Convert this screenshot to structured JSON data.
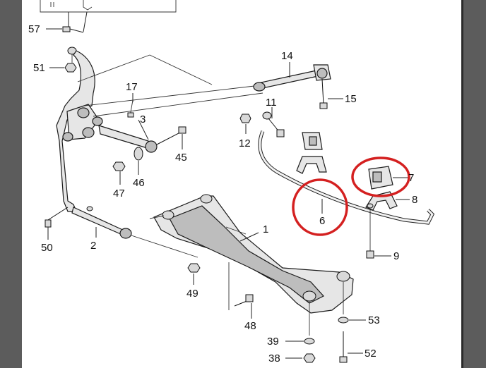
{
  "diagram": {
    "part_numbers": {
      "crossmember": "1",
      "lateral_link_lower": "2",
      "lateral_link_upper": "3",
      "stabilizer_bushing_left": "6",
      "stabilizer_bushing_right": "7",
      "bushing_clamp": "8",
      "clamp_bolt": "9",
      "stabilizer_link": "11",
      "link_nut": "12",
      "trailing_rod": "14",
      "trailing_rod_bolt": "15",
      "upper_bolt": "17",
      "mount_bolt_39": "39",
      "mount_nut_38": "38",
      "link_bolt_45": "45",
      "washer_46": "46",
      "nut_47": "47",
      "bolt_48": "48",
      "nut_49": "49",
      "bolt_50": "50",
      "nut_51": "51",
      "bolt_52": "52",
      "washer_53": "53",
      "bolt_57": "57"
    },
    "highlight_color": "#d42020"
  }
}
